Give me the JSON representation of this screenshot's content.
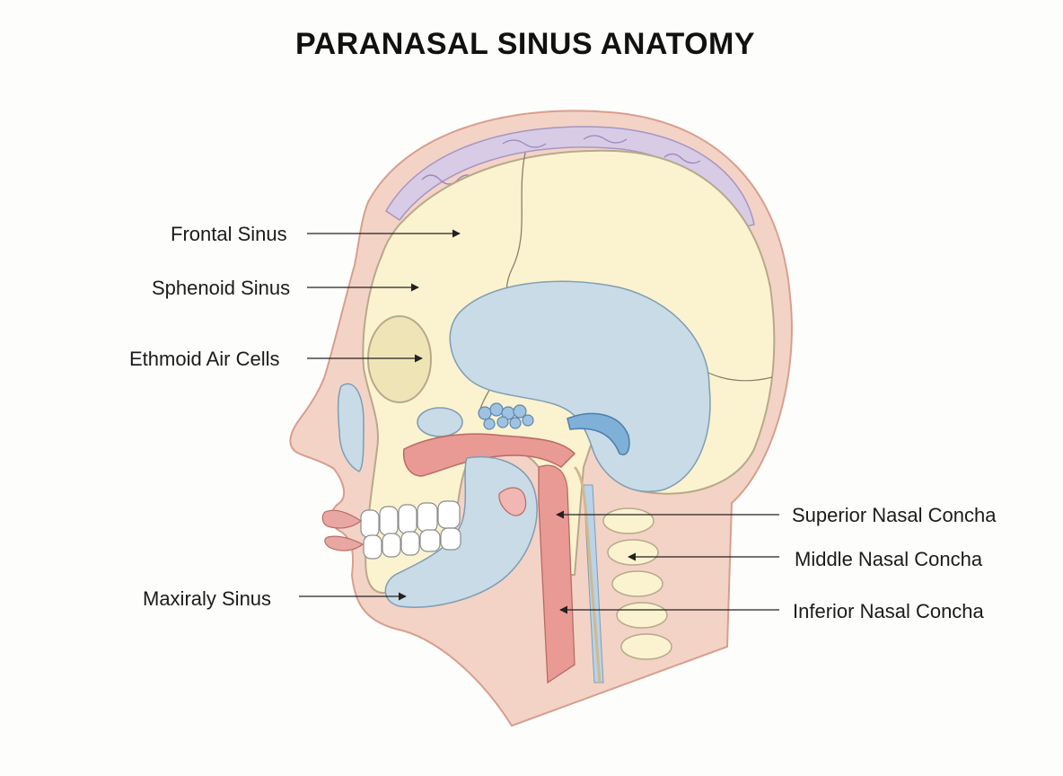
{
  "title": "PARANASAL SINUS ANATOMY",
  "labels": {
    "frontal_sinus": "Frontal Sinus",
    "sphenoid_sinus": "Sphenoid Sinus",
    "ethmoid_air_cells": "Ethmoid Air Cells",
    "maxiraly_sinus": "Maxiraly Sinus",
    "superior_nasal_concha": "Superior Nasal Concha",
    "middle_nasal_concha": "Middle Nasal Concha",
    "inferior_nasal_concha": "Inferior Nasal Concha"
  },
  "colors": {
    "skin": "#f3d3c6",
    "skin_outline": "#d89e8e",
    "bone": "#fbf3cf",
    "bone_outline": "#b7a98a",
    "brain": "#d7cbe6",
    "sinus": "#c8dbe6",
    "sinus_outline": "#7f9db3",
    "soft_tissue_red": "#e99a95",
    "teeth": "#ffffff",
    "annotation_line": "#222222"
  }
}
